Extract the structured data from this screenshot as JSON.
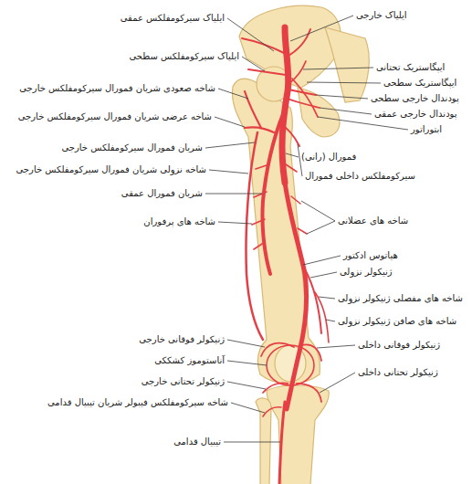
{
  "diagram": {
    "labels": [
      "ایلیاک خارجی",
      "ایلیاک سیرکومفلکس عمقی",
      "ایلیاک سیرکومفلکس سطحی",
      "ایپگاستریک تحتانی",
      "ایپگاستریک سطحی",
      "شاخه صعودی شریان فمورال سیرکومفلکس خارجی",
      "پودندال خارجی سطحی",
      "پودندال خارجی عمقی",
      "شاخه عرضی شریان فمورال سیرکومفلکس خارجی",
      "ابتوراتور",
      "شریان فمورال سیرکومفلکس خارجی",
      "فمورال (رانی)",
      "شاخه نزولی شریان فمورال سیرکومفلکس خارجی",
      "سیرکومفلکس داخلی فمورال",
      "شریان فمورال عمقی",
      "شاخه های پرفوران",
      "شاخه های عضلانی",
      "هیاتوس ادکتور",
      "ژنیکولر نزولی",
      "شاخه های مفصلی ژنیکولر نزولی",
      "شاخه های صافن ژنیکولر نزولی",
      "ژنیکولر فوقانی خارجی",
      "ژنیکولر فوقانی داخلی",
      "آناستوموز کشککی",
      "ژنیکولر تحتانی داخلی",
      "ژنیکولر تحتانی خارجی",
      "شاخه سیرکومفلکس فیبولر شریان تیبیال قدامی",
      "تیبیال قدامی"
    ]
  }
}
